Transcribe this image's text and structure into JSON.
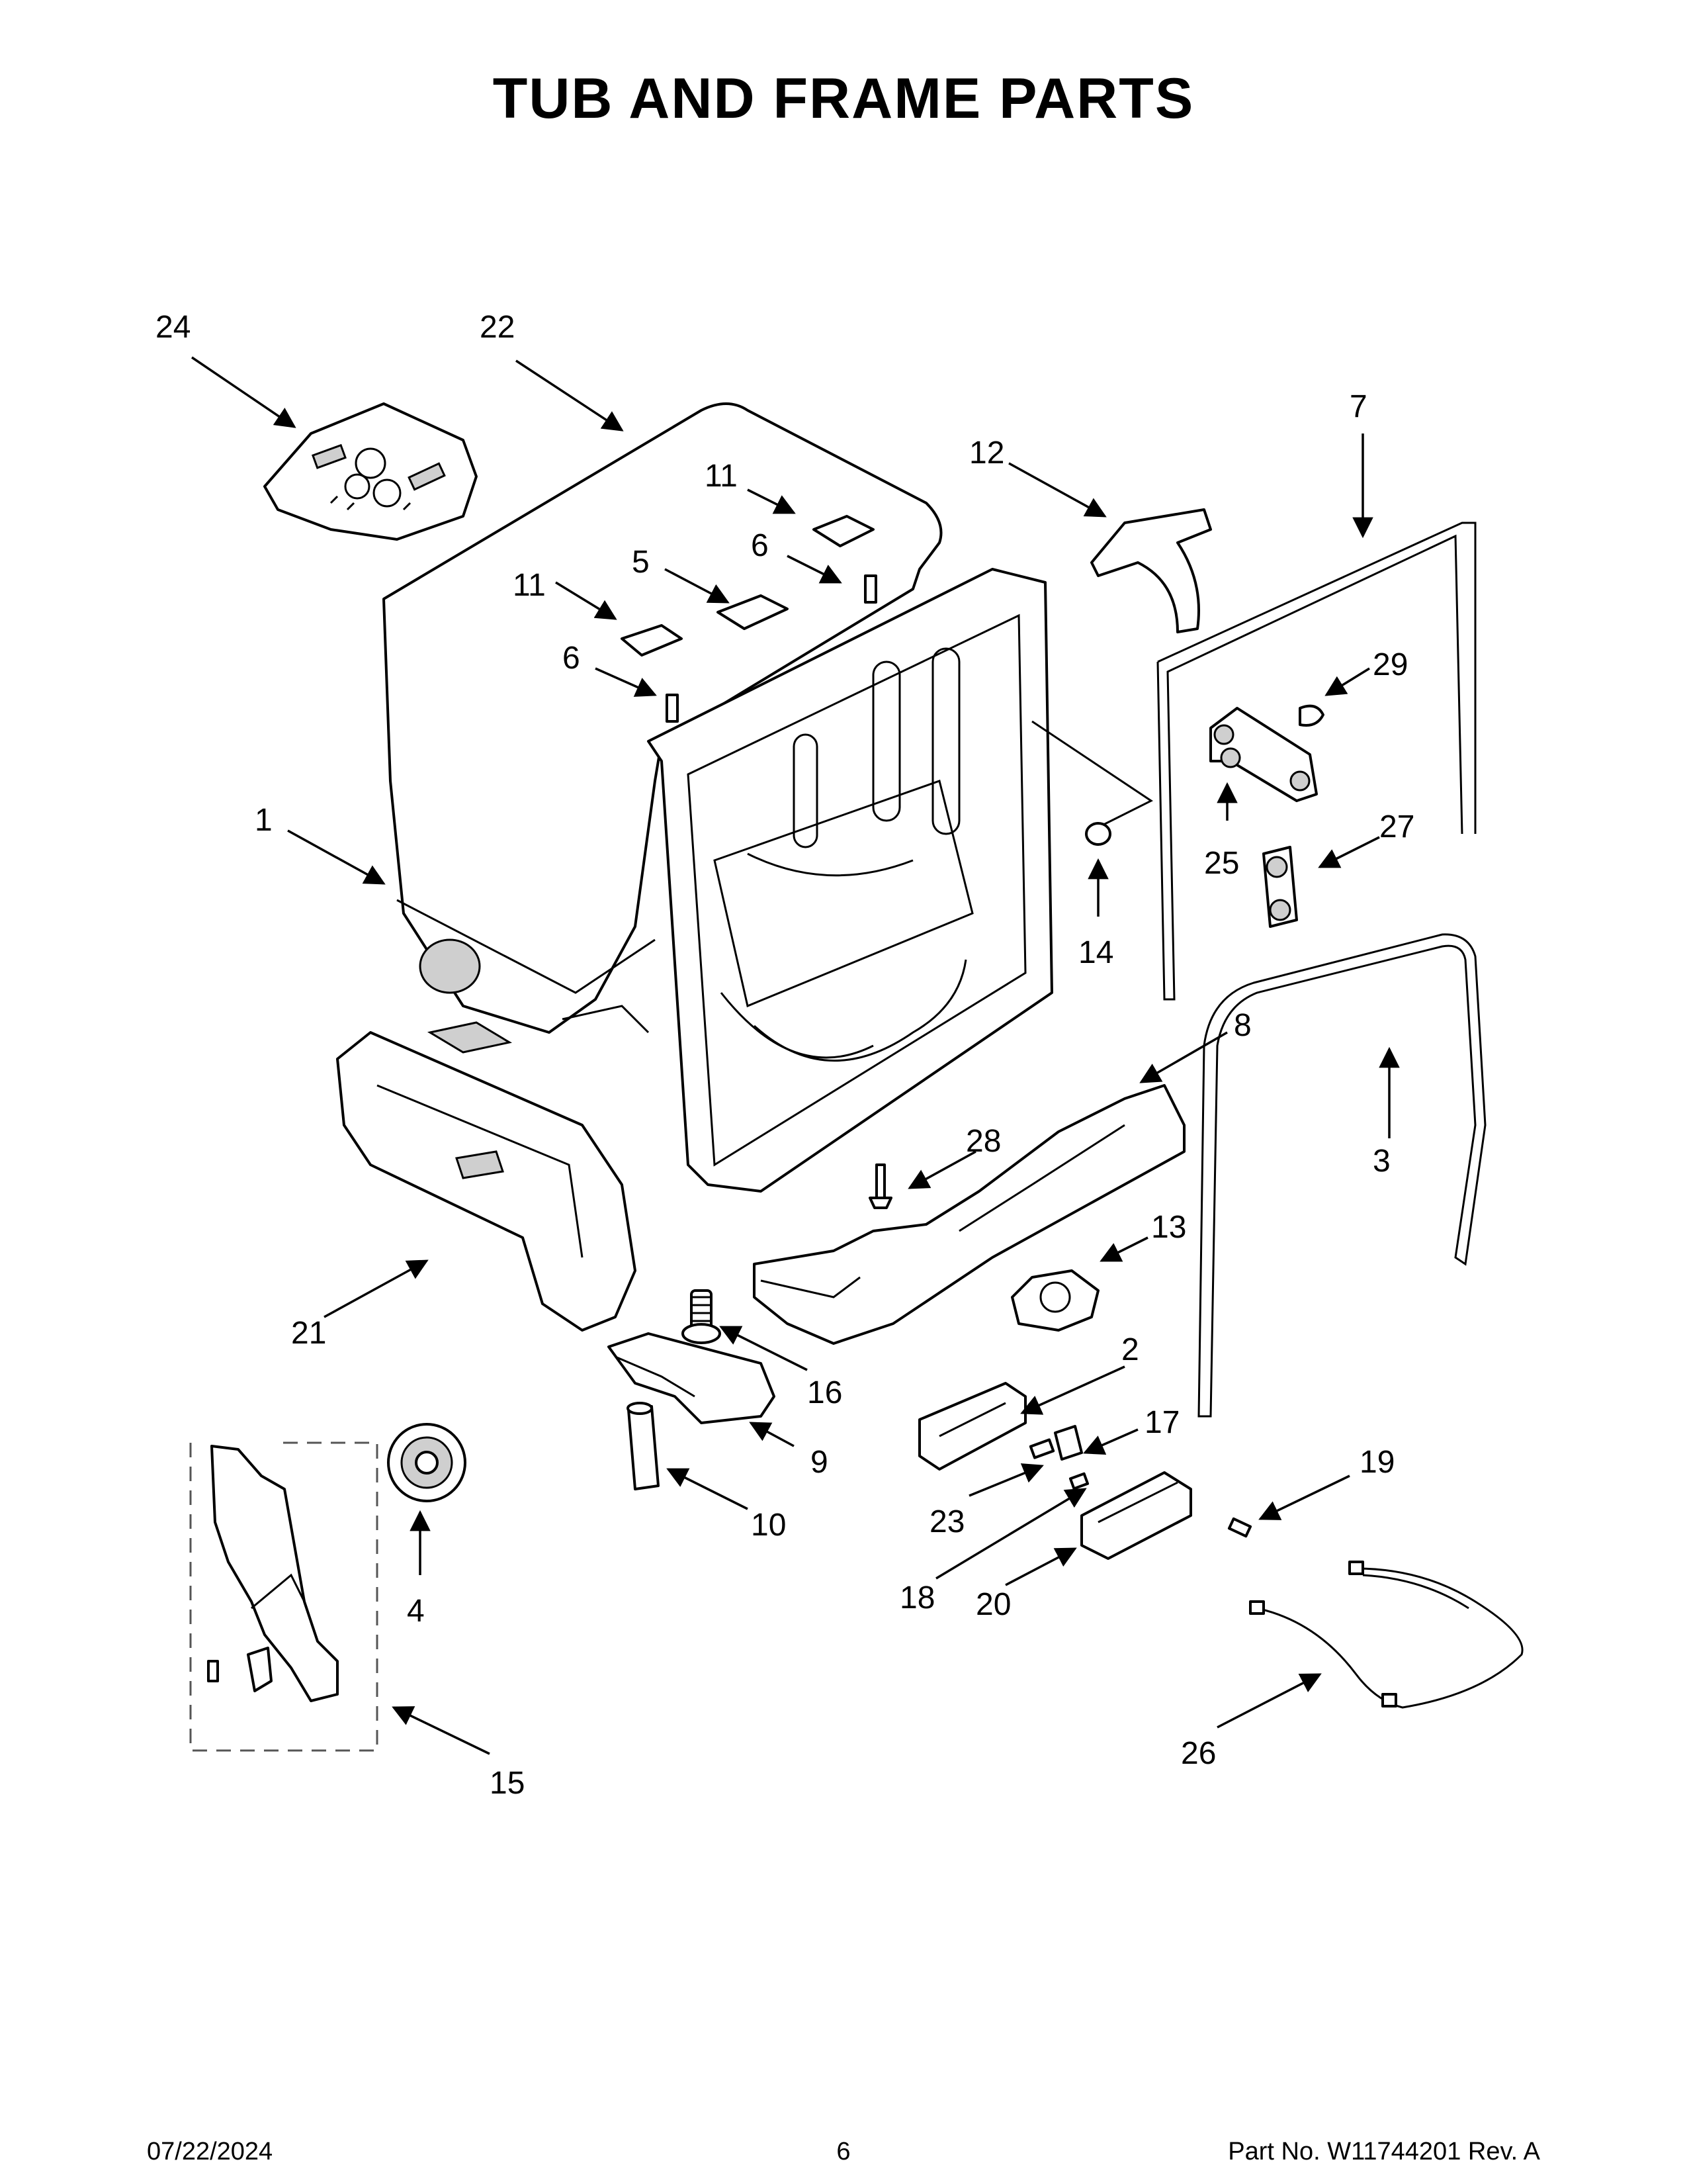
{
  "page": {
    "title": "TUB AND FRAME PARTS",
    "footer_date": "07/22/2024",
    "footer_page": "6",
    "footer_part": "Part No.  W11744201  Rev.  A"
  },
  "callouts": {
    "c1": "1",
    "c2": "2",
    "c3": "3",
    "c4": "4",
    "c5": "5",
    "c6a": "6",
    "c6b": "6",
    "c7": "7",
    "c8": "8",
    "c9": "9",
    "c10": "10",
    "c11a": "11",
    "c11b": "11",
    "c12": "12",
    "c13": "13",
    "c14": "14",
    "c15": "15",
    "c16": "16",
    "c17": "17",
    "c18": "18",
    "c19": "19",
    "c20": "20",
    "c21": "21",
    "c22": "22",
    "c23": "23",
    "c24": "24",
    "c25": "25",
    "c26": "26",
    "c27": "27",
    "c28": "28",
    "c29": "29"
  }
}
